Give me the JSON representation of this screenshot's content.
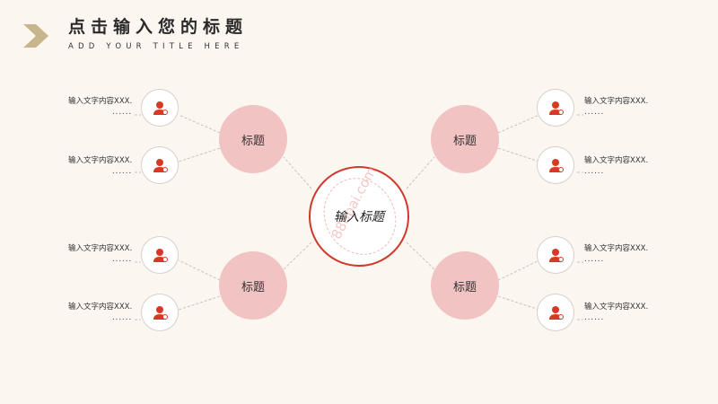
{
  "header": {
    "title": "点击输入您的标题",
    "subtitle": "ADD YOUR TITLE HERE"
  },
  "center": {
    "label": "输入标题",
    "watermark": "888pai.com"
  },
  "branches": [
    {
      "label": "标题"
    },
    {
      "label": "标题"
    },
    {
      "label": "标题"
    },
    {
      "label": "标题"
    }
  ],
  "items": [
    {
      "text": "输入文字内容XXX.",
      "dots": "......"
    },
    {
      "text": "输入文字内容XXX.",
      "dots": "......"
    },
    {
      "text": "输入文字内容XXX.",
      "dots": "......"
    },
    {
      "text": "输入文字内容XXX.",
      "dots": "......"
    },
    {
      "text": "输入文字内容XXX.",
      "dots": "......"
    },
    {
      "text": "输入文字内容XXX.",
      "dots": "......"
    },
    {
      "text": "输入文字内容XXX.",
      "dots": "......"
    },
    {
      "text": "输入文字内容XXX.",
      "dots": "......"
    }
  ],
  "colors": {
    "accent": "#cf3a2a",
    "branch_fill": "#f2c3c3",
    "background": "#fcf6f1",
    "chevron": "#c7b58e"
  },
  "icons": {
    "item_icon": "user-icon"
  }
}
